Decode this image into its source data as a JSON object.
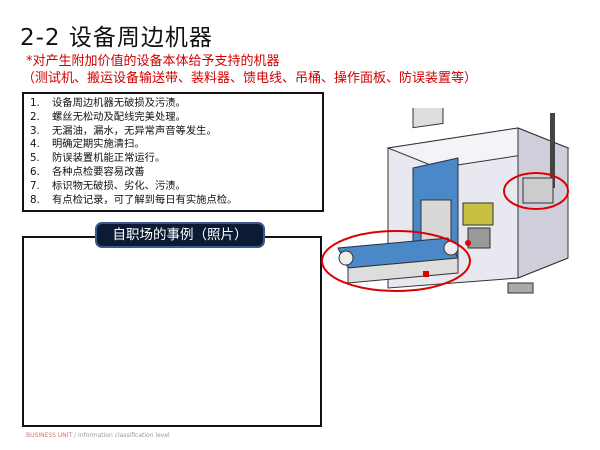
{
  "title": "2-2 设备周边机器",
  "subtitle": "*对产生附加价值的设备本体给予支持的机器",
  "examples": "（测试机、搬运设备输送带、装料器、馈电线、吊桶、操作面板、防误装置等）",
  "checklist": [
    {
      "num": "1.",
      "text": "设备周边机器无破损及污渍。"
    },
    {
      "num": "2.",
      "text": "螺丝无松动及配线完美处理。"
    },
    {
      "num": "3.",
      "text": "无漏油，漏水，无异常声音等发生。"
    },
    {
      "num": "4.",
      "text": "明确定期实施清扫。"
    },
    {
      "num": "5.",
      "text": "防误装置机能正常运行。"
    },
    {
      "num": "6.",
      "text": "各种点检要容易改善"
    },
    {
      "num": "7.",
      "text": "标识物无破损、劣化、污渍。"
    },
    {
      "num": "8.",
      "text": "有点检记录，可了解到每日有实施点检。"
    }
  ],
  "photo_label": "自职场的事例（照片）",
  "footer": {
    "unit": "BUSINESS UNIT",
    "rest": " / Information  classification   level"
  }
}
